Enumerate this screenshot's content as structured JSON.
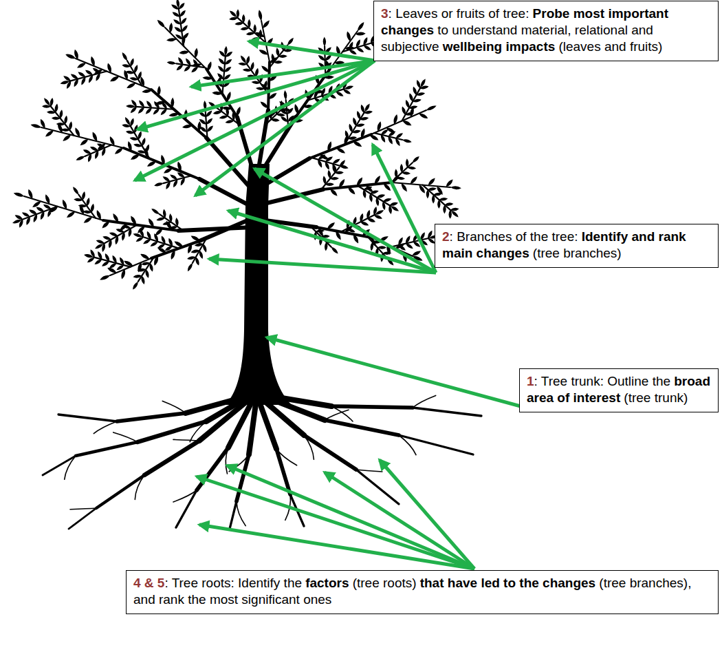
{
  "diagram": {
    "nodes": [
      {
        "text": [
          "3",
          ": Leaves or fruits of tree:",
          "Probe most important changes",
          "to understand material, relational and subjective",
          "wellbeing impacts",
          "(leaves and fruits)"
        ]
      },
      {
        "text": [
          "2",
          ": Branches of the tree:",
          "Identify and rank main changes",
          "(tree branches)"
        ]
      },
      {
        "text": [
          "1",
          ": Tree trunk: Outline the",
          "broad area of interest",
          "(tree trunk)"
        ]
      },
      {
        "text": [
          "4 & 5",
          ": Tree roots: Identify the",
          "factors",
          "(tree roots)",
          "that have led to the changes",
          "(tree branches), and rank the most significant ones"
        ]
      }
    ]
  }
}
